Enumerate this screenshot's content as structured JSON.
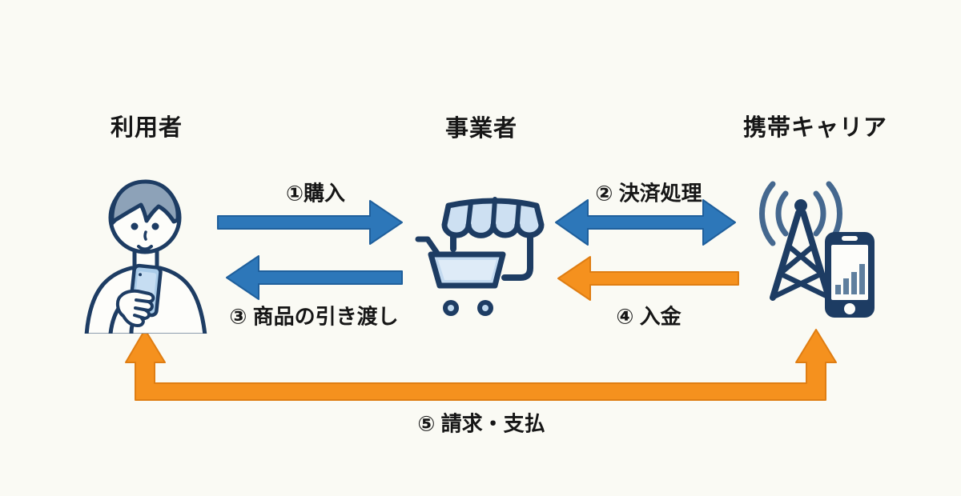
{
  "canvas": {
    "background": "#fafaf4"
  },
  "actors": {
    "user": {
      "label": "利用者",
      "icon": "person-with-phone-icon"
    },
    "merchant": {
      "label": "事業者",
      "icon": "shop-cart-icon"
    },
    "carrier": {
      "label": "携帯キャリア",
      "icon": "antenna-tower-phone-icon"
    }
  },
  "flows": {
    "purchase": {
      "label": "①購入",
      "from": "user",
      "to": "merchant",
      "color": "#2d77b9",
      "direction": "right"
    },
    "settlement": {
      "label": "② 決済処理",
      "from": "merchant",
      "to": "carrier",
      "color": "#2d77b9",
      "direction": "both"
    },
    "delivery": {
      "label": "③ 商品の引き渡し",
      "from": "merchant",
      "to": "user",
      "color": "#2d77b9",
      "direction": "left"
    },
    "deposit": {
      "label": "④ 入金",
      "from": "carrier",
      "to": "merchant",
      "color": "#f5911e",
      "direction": "left"
    },
    "billing": {
      "label": "⑤ 請求・支払",
      "from": "carrier",
      "to": "user",
      "color": "#f5911e",
      "direction": "u-shape-both-up"
    }
  },
  "colors": {
    "arrow_blue": "#2d77b9",
    "arrow_blue_edge": "#1f5f9c",
    "arrow_orange": "#f5911e",
    "arrow_orange_edge": "#df7d12",
    "icon_navy": "#1d3c63",
    "icon_light_blue": "#c8def2",
    "hair_gray_blue": "#8da2b8",
    "background": "#fafaf4",
    "text": "#161616"
  }
}
